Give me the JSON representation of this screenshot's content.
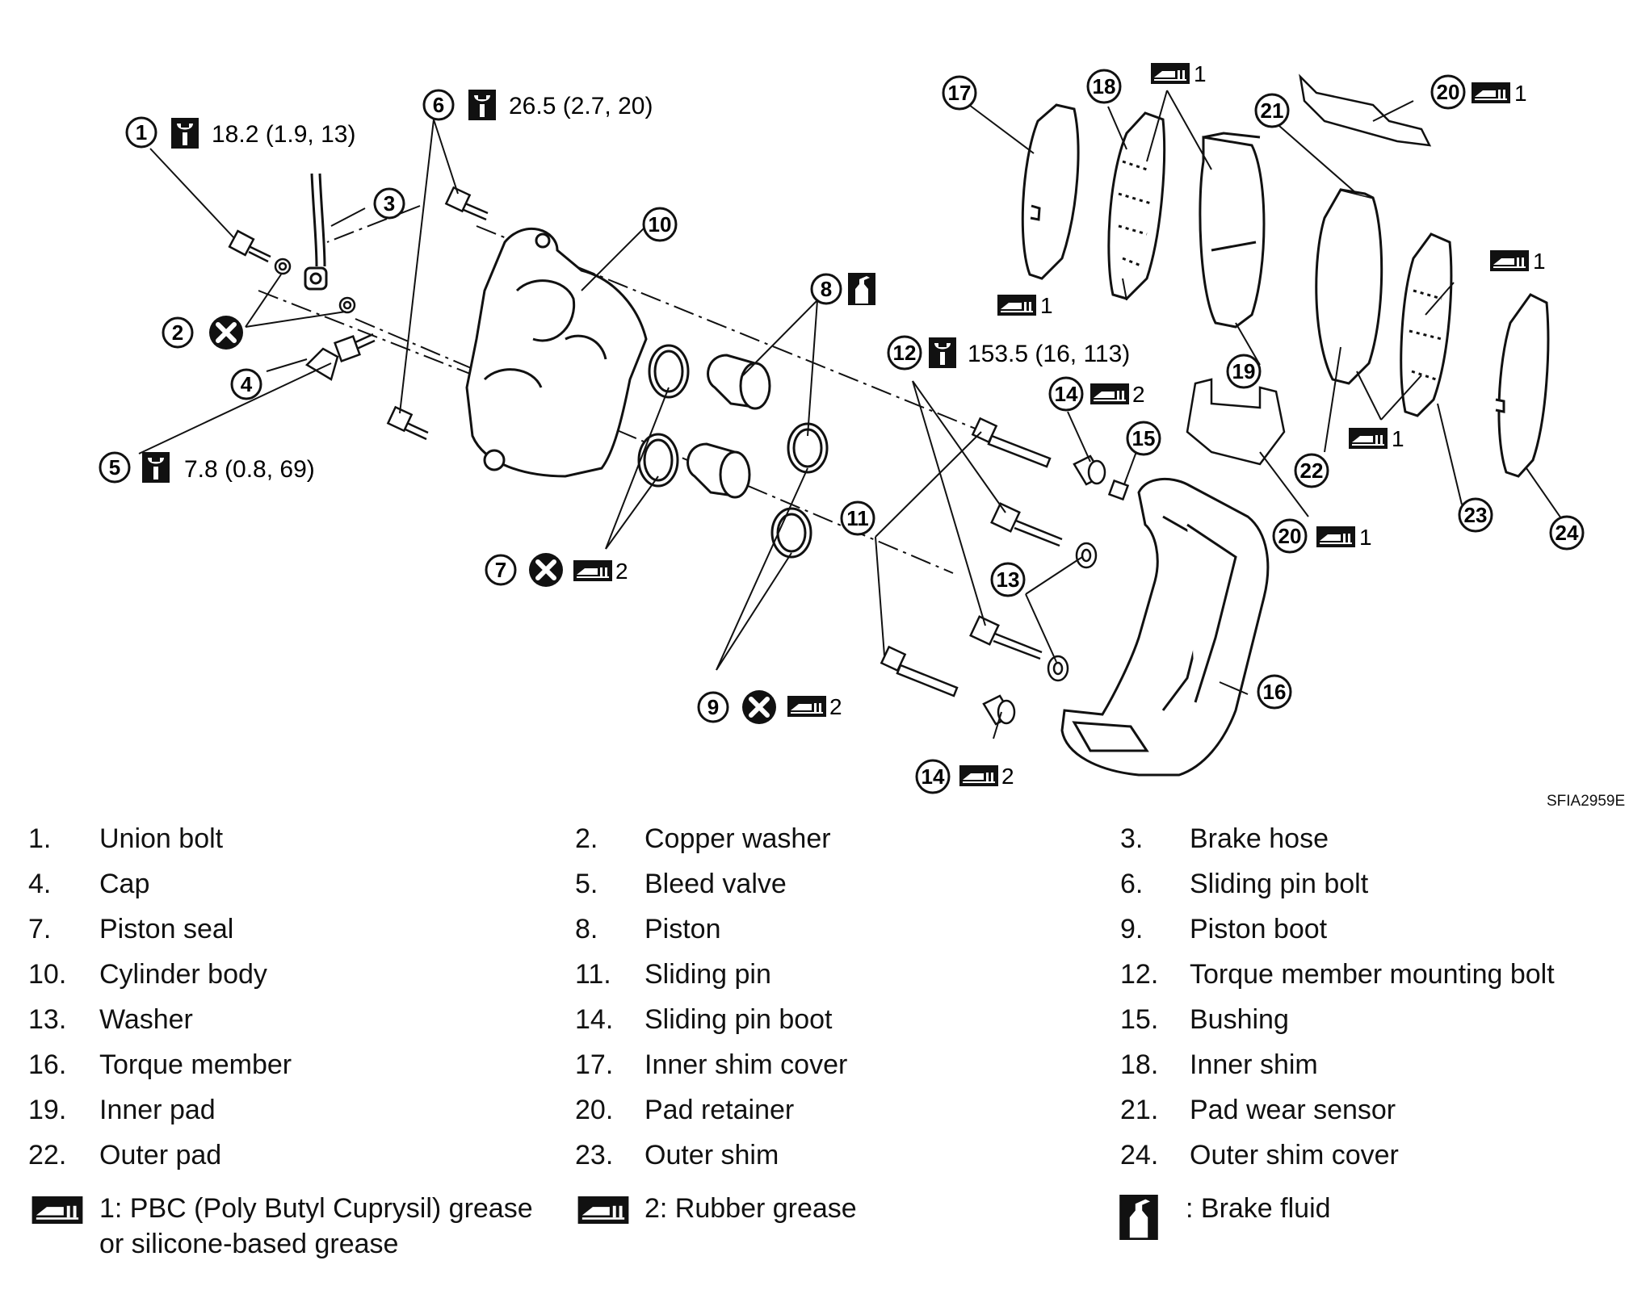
{
  "diagram": {
    "image_id": "SFIA2959E",
    "callouts": {
      "c1": "1",
      "c2": "2",
      "c3": "3",
      "c4": "4",
      "c5": "5",
      "c6": "6",
      "c7": "7",
      "c8": "8",
      "c9": "9",
      "c10": "10",
      "c11": "11",
      "c12": "12",
      "c13": "13",
      "c14a": "14",
      "c14b": "14",
      "c14c": "14",
      "c15": "15",
      "c16": "16",
      "c17": "17",
      "c18": "18",
      "c19": "19",
      "c20a": "20",
      "c20b": "20",
      "c21": "21",
      "c22": "22",
      "c23": "23",
      "c24": "24"
    },
    "torque": {
      "t1": "18.2 (1.9, 13)",
      "t5": "7.8 (0.8, 69)",
      "t6": "26.5 (2.7, 20)",
      "t12": "153.5 (16, 113)"
    },
    "grease_marks": {
      "g7": "2",
      "g9": "2",
      "g14a": "2",
      "g14b": "2",
      "g18a": "1",
      "g18b": "1",
      "g20a": "1",
      "g20b": "1",
      "g22": "1",
      "g23": "1"
    },
    "icons": [
      "torque-wrench-icon",
      "do-not-reuse-icon",
      "grease-icon",
      "brake-fluid-icon"
    ]
  },
  "legend": {
    "parts": [
      {
        "num": "1.",
        "name": "Union bolt"
      },
      {
        "num": "2.",
        "name": "Copper washer"
      },
      {
        "num": "3.",
        "name": "Brake hose"
      },
      {
        "num": "4.",
        "name": "Cap"
      },
      {
        "num": "5.",
        "name": "Bleed valve"
      },
      {
        "num": "6.",
        "name": "Sliding pin bolt"
      },
      {
        "num": "7.",
        "name": "Piston seal"
      },
      {
        "num": "8.",
        "name": "Piston"
      },
      {
        "num": "9.",
        "name": "Piston boot"
      },
      {
        "num": "10.",
        "name": "Cylinder body"
      },
      {
        "num": "11.",
        "name": "Sliding pin"
      },
      {
        "num": "12.",
        "name": "Torque member mounting bolt"
      },
      {
        "num": "13.",
        "name": "Washer"
      },
      {
        "num": "14.",
        "name": "Sliding pin boot"
      },
      {
        "num": "15.",
        "name": "Bushing"
      },
      {
        "num": "16.",
        "name": "Torque member"
      },
      {
        "num": "17.",
        "name": "Inner shim cover"
      },
      {
        "num": "18.",
        "name": "Inner shim"
      },
      {
        "num": "19.",
        "name": "Inner pad"
      },
      {
        "num": "20.",
        "name": "Pad retainer"
      },
      {
        "num": "21.",
        "name": "Pad wear sensor"
      },
      {
        "num": "22.",
        "name": "Outer pad"
      },
      {
        "num": "23.",
        "name": "Outer shim"
      },
      {
        "num": "24.",
        "name": "Outer shim cover"
      }
    ],
    "keys": {
      "grease1_line1": "1: PBC (Poly Butyl Cuprysil) grease",
      "grease1_line2": "or silicone-based grease",
      "grease2": "2: Rubber grease",
      "fluid": ": Brake fluid"
    }
  }
}
